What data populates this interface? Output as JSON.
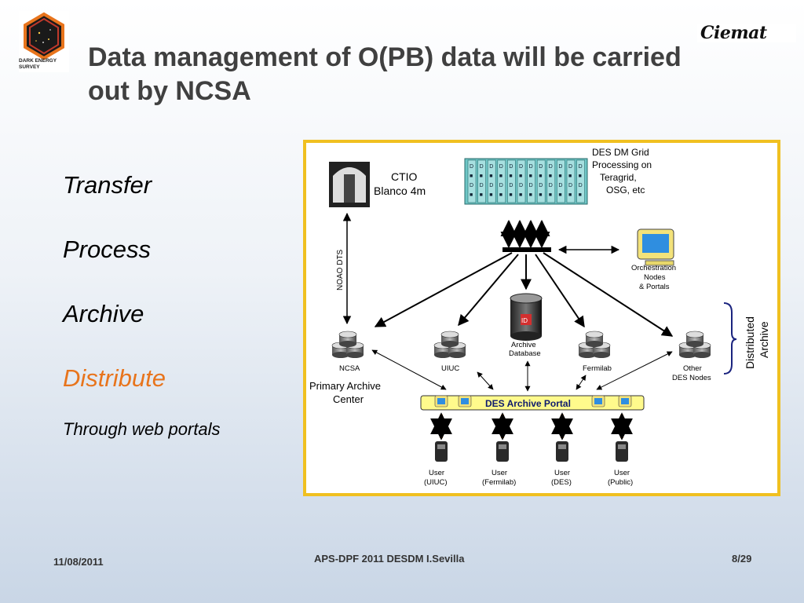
{
  "header": {
    "des_logo_caption": "DARK ENERGY SURVEY",
    "ciemat_logo": "Ciemat",
    "title": "Data management of  O(PB) data will be carried out by NCSA"
  },
  "bullets": [
    {
      "text": "Transfer"
    },
    {
      "text": "Process"
    },
    {
      "text": "Archive"
    },
    {
      "text": "Distribute",
      "color": "#e8741c"
    }
  ],
  "sub_bullet": "Through web portals",
  "diagram": {
    "border_color": "#f0c020",
    "telescope": {
      "line1": "CTIO",
      "line2": "Blanco 4m"
    },
    "link_label": "NOAO DTS",
    "grid": {
      "line1": "DES DM Grid",
      "line2": "Processing on",
      "line3": "Teragrid,",
      "line4": "OSG, etc"
    },
    "orchestration": {
      "line1": "Orchestration",
      "line2": "Nodes",
      "line3": "& Portals"
    },
    "archive_db": {
      "line1": "Archive",
      "line2": "Database",
      "badge": "ID"
    },
    "nodes": {
      "ncsa": "NCSA",
      "uiuc": "UIUC",
      "fermilab": "Fermilab",
      "other_line1": "Other",
      "other_line2": "DES Nodes"
    },
    "primary": {
      "line1": "Primary Archive",
      "line2": "Center"
    },
    "distributed": {
      "line1": "Distributed",
      "line2": "Archive"
    },
    "portal": "DES Archive Portal",
    "users": [
      {
        "line1": "User",
        "line2": "(UIUC)"
      },
      {
        "line1": "User",
        "line2": "(Fermilab)"
      },
      {
        "line1": "User",
        "line2": "(DES)"
      },
      {
        "line1": "User",
        "line2": "(Public)"
      }
    ],
    "grid_chars": [
      "D",
      "■",
      "D",
      "■"
    ]
  },
  "footer": {
    "date": "11/08/2011",
    "center": "APS-DPF 2011 DESDM I.Sevilla",
    "page": "8/29"
  }
}
